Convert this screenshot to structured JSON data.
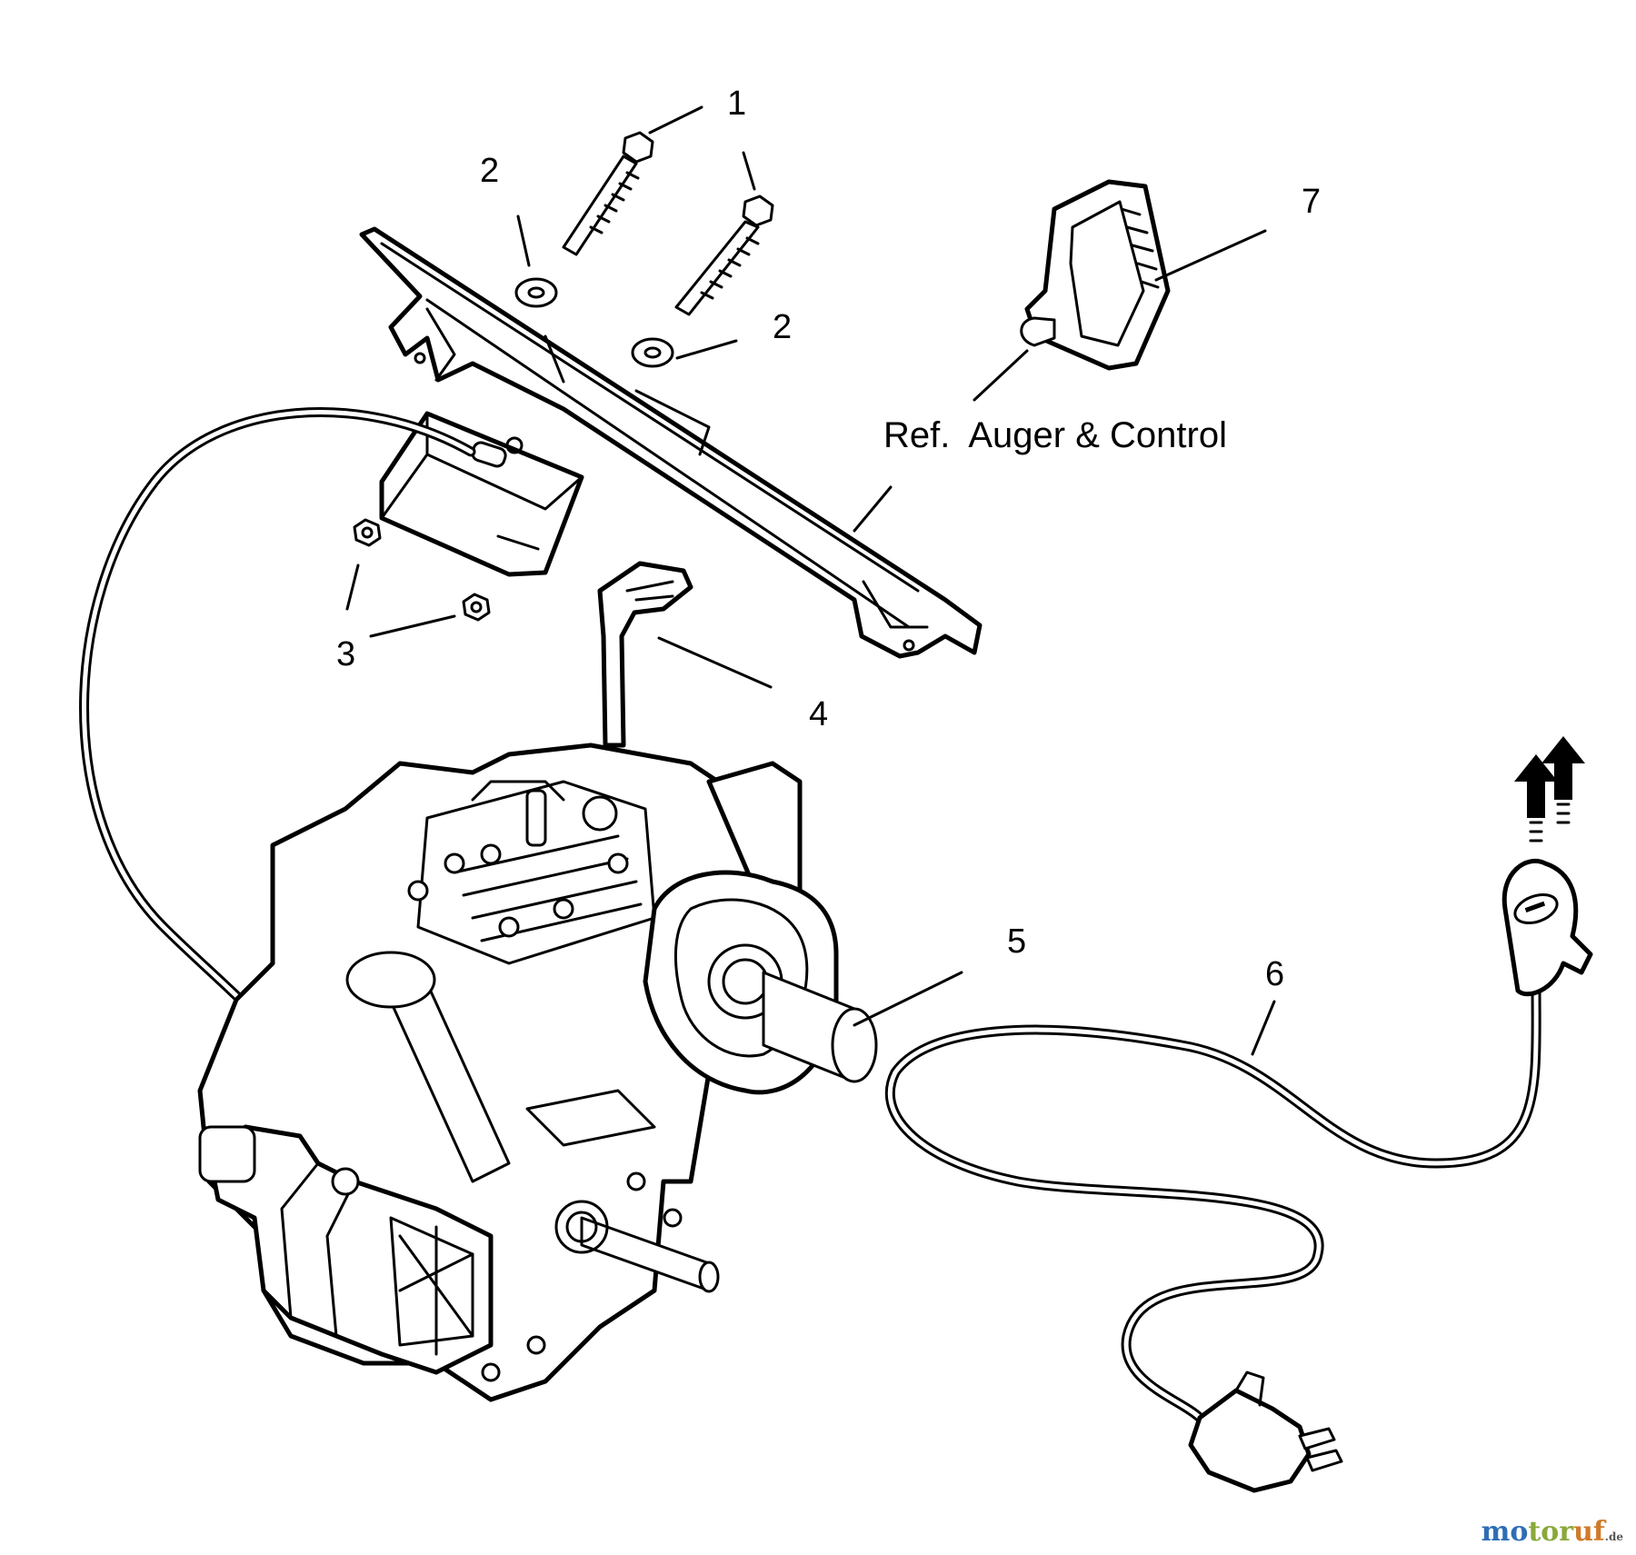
{
  "callouts": {
    "c1": "1",
    "c2a": "2",
    "c2b": "2",
    "c3": "3",
    "c4": "4",
    "c5": "5",
    "c6": "6",
    "c7": "7"
  },
  "reference_label": "Ref.  Auger & Control",
  "watermark": {
    "part1": "mo",
    "part2": "tor",
    "part3": "uf",
    "suffix": ".de"
  }
}
